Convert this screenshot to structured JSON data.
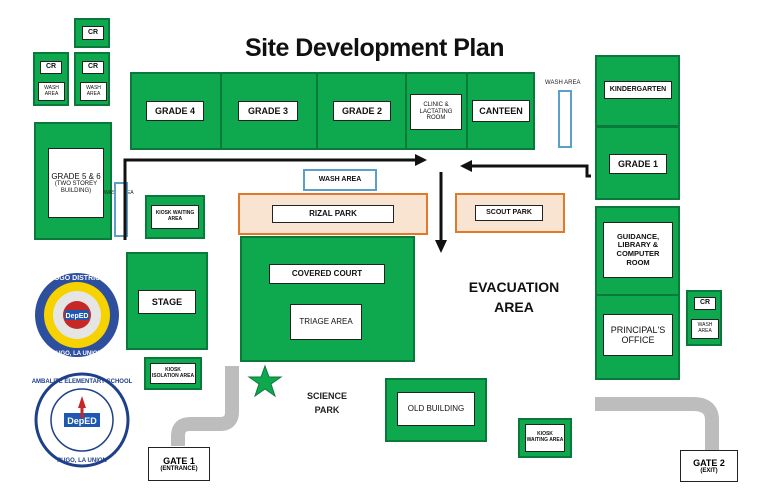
{
  "title": "Site Development Plan",
  "buildings": {
    "grade4": "GRADE 4",
    "grade3": "GRADE 3",
    "grade2": "GRADE 2",
    "clinic": "CLINIC & LACTATING ROOM",
    "canteen": "CANTEEN",
    "kindergarten": "KINDERGARTEN",
    "grade1": "GRADE 1",
    "guidance": "GUIDANCE, LIBRARY & COMPUTER ROOM",
    "principal": "PRINCIPAL'S OFFICE",
    "grade56": "GRADE 5 & 6",
    "grade56_note": "(TWO STOREY BUILDING)",
    "stage": "STAGE",
    "covered_court": "COVERED COURT",
    "triage": "TRIAGE AREA",
    "old_building": "OLD BUILDING",
    "rizal_park": "RIZAL PARK",
    "scout_park": "SCOUT PARK",
    "wash_area_main": "WASH AREA",
    "wash_area_left": "WASH AREA",
    "wash_area_right": "WASH AREA",
    "cr": "CR",
    "wash_small": "WASH AREA",
    "kiosk_waiting_1": "KIOSK WAITING AREA",
    "kiosk_isolation": "KIOSK ISOLATION AREA",
    "kiosk_waiting_2": "KIOSK WAITING AREA"
  },
  "areas": {
    "evacuation_line1": "EVACUATION",
    "evacuation_line2": "AREA",
    "science_line1": "SCIENCE",
    "science_line2": "PARK"
  },
  "gates": {
    "gate1": "GATE 1",
    "gate1_sub": "(ENTRANCE)",
    "gate2": "GATE 2",
    "gate2_sub": "(EXIT)"
  },
  "logos": {
    "district_top": "PUGO DISTRICT",
    "district_bottom": "PUGO, LA UNION",
    "district_center": "DepED",
    "school_top": "AMBALITE ELEMENTARY SCHOOL",
    "school_bottom": "PUGO, LA UNION",
    "school_center": "DepED"
  },
  "colors": {
    "building_green": "#0ea84f",
    "park_orange": "#e07a2a",
    "wash_blue": "#5aa0c8",
    "road_gray": "#bdbdbd"
  }
}
